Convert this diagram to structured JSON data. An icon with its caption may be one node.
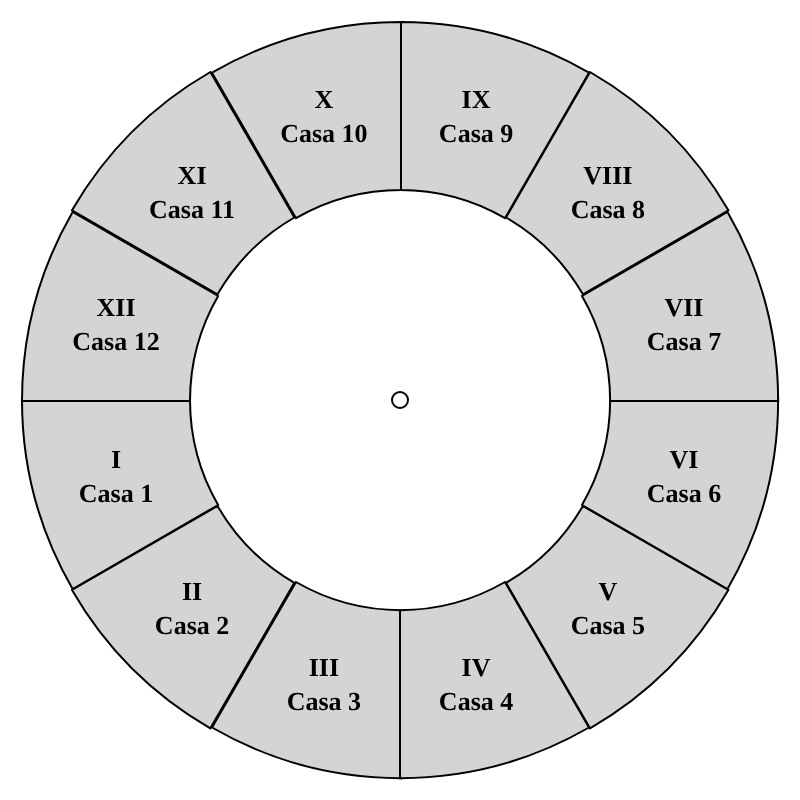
{
  "diagram": {
    "nodes": [
      {
        "text": [
          "I",
          "Casa 1"
        ]
      },
      {
        "text": [
          "II",
          "Casa 2"
        ]
      },
      {
        "text": [
          "III",
          "Casa 3"
        ]
      },
      {
        "text": [
          "IV",
          "Casa 4"
        ]
      },
      {
        "text": [
          "V",
          "Casa 5"
        ]
      },
      {
        "text": [
          "VI",
          "Casa 6"
        ]
      },
      {
        "text": [
          "VII",
          "Casa 7"
        ]
      },
      {
        "text": [
          "VIII",
          "Casa 8"
        ]
      },
      {
        "text": [
          "IX",
          "Casa 9"
        ]
      },
      {
        "text": [
          "X",
          "Casa 10"
        ]
      },
      {
        "text": [
          "XI",
          "Casa 11"
        ]
      },
      {
        "text": [
          "XII",
          "Casa 12"
        ]
      }
    ]
  }
}
